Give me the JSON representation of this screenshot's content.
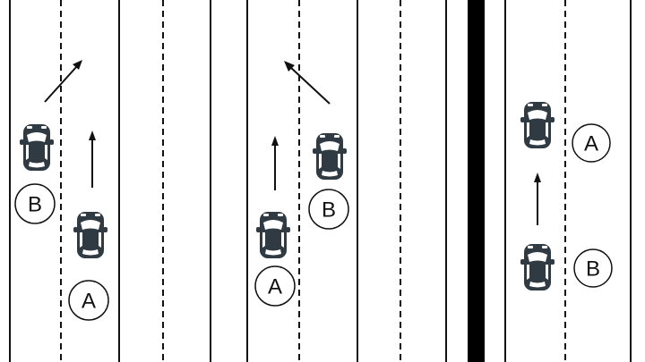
{
  "scene_type": "traffic-lane-change-illustration",
  "colors": {
    "background": "#ffffff",
    "road_line": "#111111",
    "car": "#2f3a42"
  },
  "panels": [
    {
      "cars": [
        {
          "label": "B",
          "icon": "car-icon"
        },
        {
          "label": "A",
          "icon": "car-icon"
        }
      ],
      "arrows": [
        "lane-change-arrow",
        "straight-arrow"
      ]
    },
    {
      "cars": [
        {
          "label": "A",
          "icon": "car-icon"
        },
        {
          "label": "B",
          "icon": "car-icon"
        }
      ],
      "arrows": [
        "straight-arrow",
        "lane-change-arrow"
      ]
    },
    {
      "cars": [
        {
          "label": "A",
          "icon": "car-icon"
        },
        {
          "label": "B",
          "icon": "car-icon"
        }
      ],
      "arrows": [
        "straight-arrow"
      ]
    }
  ]
}
